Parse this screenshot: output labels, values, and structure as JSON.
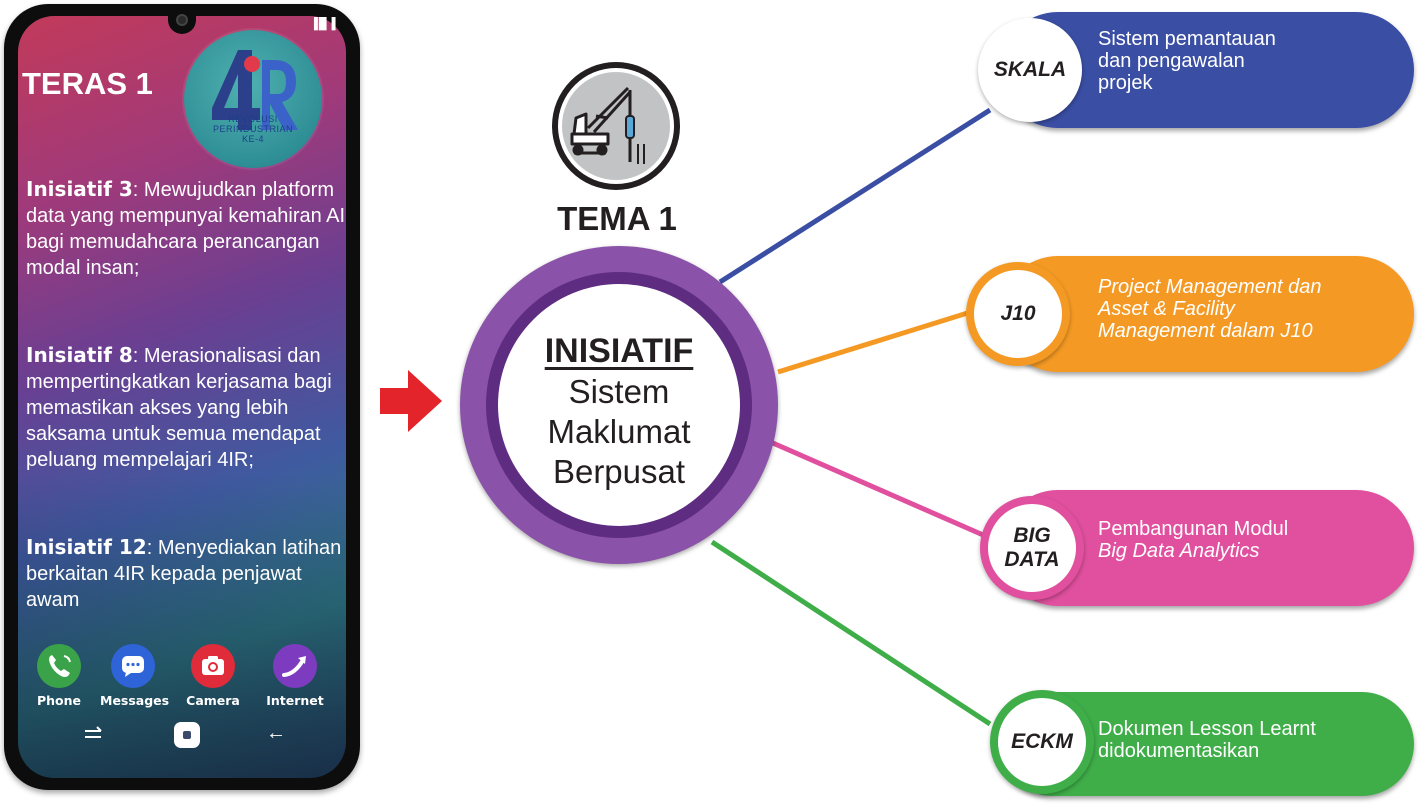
{
  "colors": {
    "skala": "#3a4ea3",
    "j10": "#f49a24",
    "bigdata": "#e0509e",
    "eckm": "#3fae49",
    "center_purple": "#8a52a8",
    "arrow_red": "#e3242b"
  },
  "phone": {
    "signal": "▐█ ▌",
    "heading": "TERAS 1",
    "badge": {
      "line1": "REVOLUSI",
      "line2": "PERINDUSTRIAN",
      "line3": "KE-4"
    },
    "initiatives": [
      {
        "label": "Inisiatif 3",
        "text": ": Mewujudkan platform data yang mempunyai kemahiran AI bagi memudahcara perancangan modal insan;"
      },
      {
        "label": "Inisiatif 8",
        "text": ": Merasionalisasi dan mempertingkatkan kerjasama bagi memastikan akses yang lebih saksama untuk semua mendapat peluang mempelajari 4IR;"
      },
      {
        "label": "Inisiatif 12",
        "text": ": Menyediakan latihan berkaitan 4IR kepada penjawat awam"
      }
    ],
    "apps": [
      {
        "label": "Phone",
        "icon": "phone-icon"
      },
      {
        "label": "Messages",
        "icon": "messages-icon"
      },
      {
        "label": "Camera",
        "icon": "camera-icon"
      },
      {
        "label": "Internet",
        "icon": "internet-icon"
      }
    ],
    "nav": {
      "recent": "↔",
      "back": "←"
    }
  },
  "center": {
    "tema": "TEMA 1",
    "title": "INISIATIF",
    "lines": [
      "Sistem",
      "Maklumat",
      "Berpusat"
    ]
  },
  "branches": [
    {
      "key": "skala",
      "label": "SKALA",
      "lines": [
        "Sistem pemantauan",
        "dan pengawalan",
        "projek"
      ]
    },
    {
      "key": "j10",
      "label": "J10",
      "lines": [
        "Project Management dan",
        "Asset & Facility",
        "Management dalam J10"
      ]
    },
    {
      "key": "bigdata",
      "label": [
        "BIG",
        "DATA"
      ],
      "lines": [
        "Pembangunan Modul",
        "Big Data Analytics"
      ]
    },
    {
      "key": "eckm",
      "label": "ECKM",
      "lines": [
        "Dokumen Lesson Learnt",
        "didokumentasikan"
      ]
    }
  ]
}
